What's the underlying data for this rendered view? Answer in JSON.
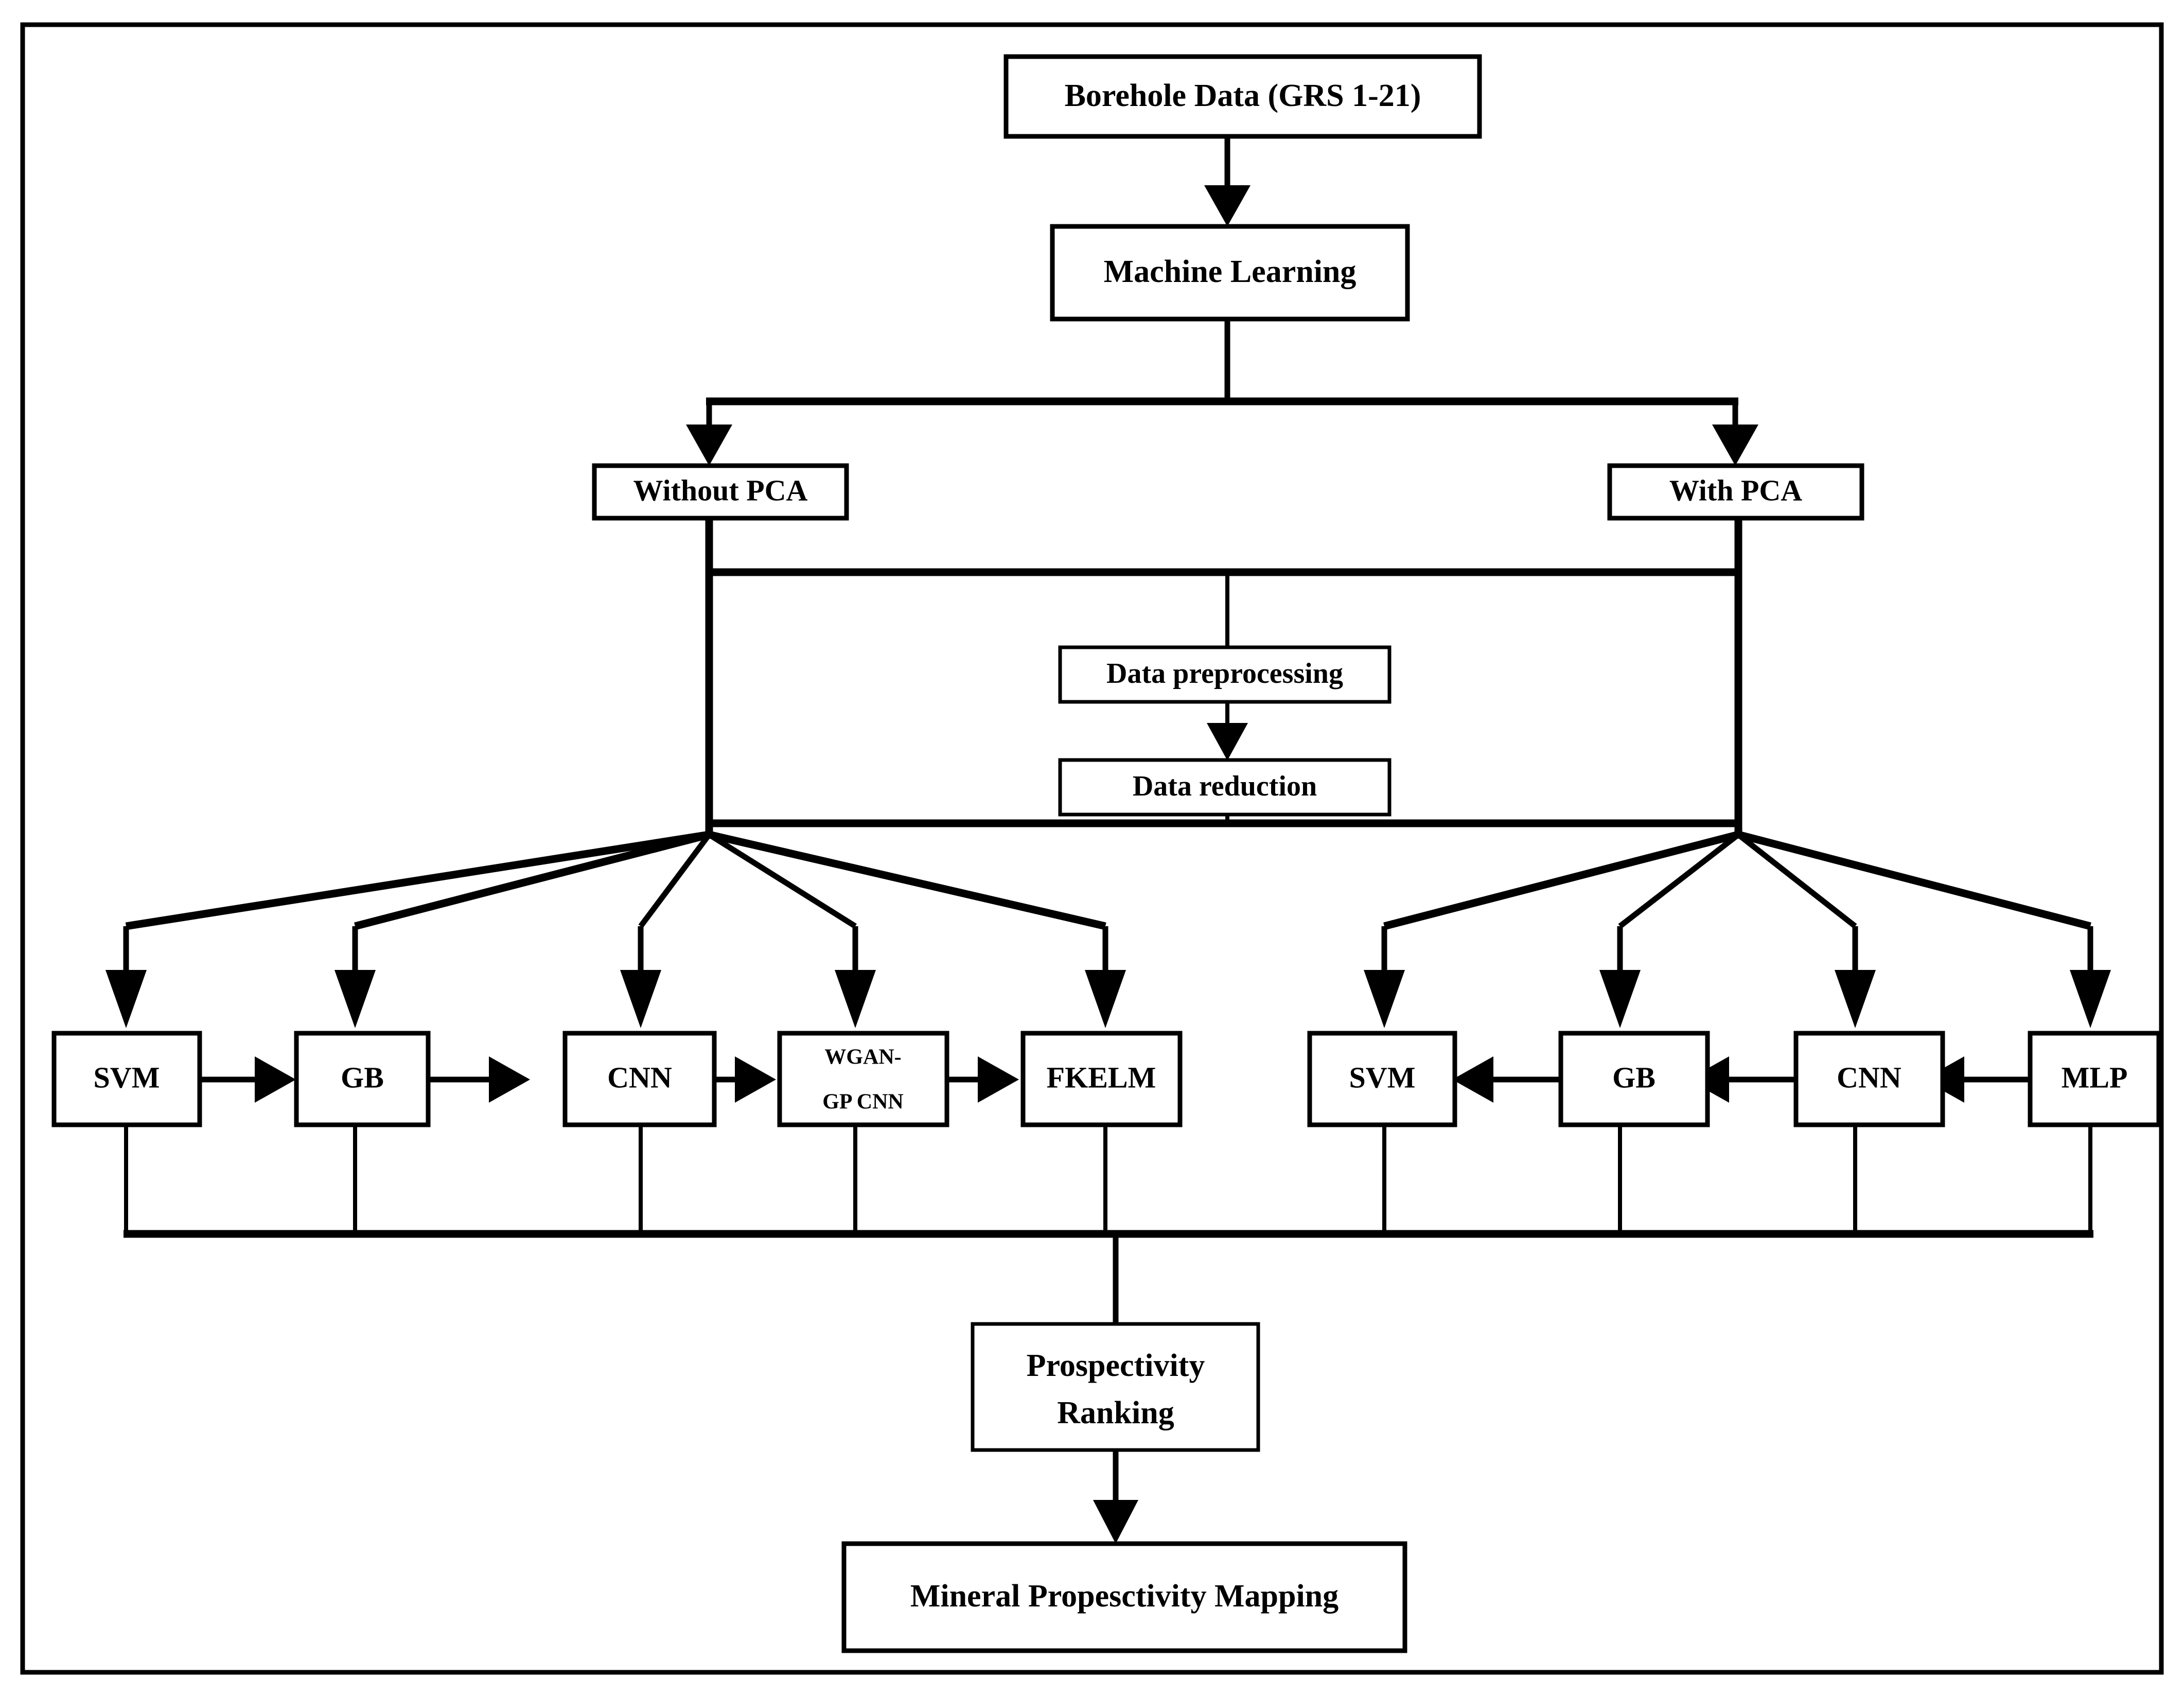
{
  "diagram": {
    "title_present": false,
    "nodes": {
      "borehole": {
        "label": "Borehole Data (GRS 1-21)"
      },
      "machine_learning": {
        "label": "Machine Learning"
      },
      "without_pca": {
        "label": "Without PCA"
      },
      "with_pca": {
        "label": "With PCA"
      },
      "data_preprocessing": {
        "label": "Data preprocessing"
      },
      "data_reduction": {
        "label": "Data reduction"
      },
      "prospectivity_ranking_line1": {
        "label": "Prospectivity"
      },
      "prospectivity_ranking_line2": {
        "label": "Ranking"
      },
      "mineral_mapping": {
        "label": "Mineral Propesctivity Mapping"
      }
    },
    "left_branch": {
      "header": "Without PCA",
      "models": [
        {
          "label": "SVM"
        },
        {
          "label": "GB"
        },
        {
          "label": "CNN"
        },
        {
          "label_line1": "WGAN-",
          "label_line2": "GP CNN"
        },
        {
          "label": "FKELM"
        }
      ],
      "chain_direction": "left-to-right"
    },
    "right_branch": {
      "header": "With PCA",
      "models": [
        {
          "label": "SVM"
        },
        {
          "label": "GB"
        },
        {
          "label": "CNN"
        },
        {
          "label": "MLP"
        }
      ],
      "chain_direction": "right-to-left"
    },
    "colors": {
      "stroke": "#000000",
      "fill": "#ffffff",
      "background": "#ffffff"
    }
  }
}
